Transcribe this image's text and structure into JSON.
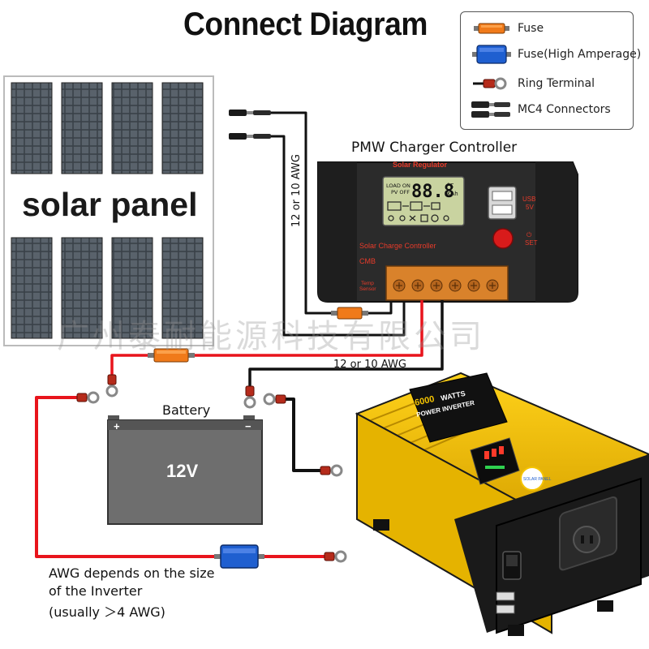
{
  "title": "Connect Diagram",
  "legend": {
    "items": [
      {
        "label": "Fuse",
        "icon": "fuse-icon"
      },
      {
        "label": "Fuse(High Amperage)",
        "icon": "high-amperage-fuse-icon"
      },
      {
        "label": "Ring Terminal",
        "icon": "ring-terminal-icon"
      },
      {
        "label": "MC4 Connectors",
        "icon": "mc4-connector-icon"
      }
    ]
  },
  "solar_panel": {
    "label": "solar panel"
  },
  "controller": {
    "caption": "PMW Charger Controller",
    "brand": "Solar Regulator",
    "name": "Solar Charge Controller",
    "lcd_top_left": "LOAD ON",
    "lcd_top_left2": "PV OFF",
    "lcd_digits": "88.8",
    "lcd_units": "°C",
    "lcd_units2": "KAh",
    "usb_label": "USB",
    "usb_voltage": "5V",
    "set_label": "SET",
    "cmb_label": "CMB",
    "temp_label": "Temp",
    "sensor_label": "Sensor"
  },
  "wire_labels": {
    "vertical": "12 or 10 AWG",
    "horizontal": "12 or 10 AWG"
  },
  "battery": {
    "caption": "Battery",
    "voltage": "12V",
    "plus": "+",
    "minus": "−"
  },
  "inverter": {
    "power": "6000",
    "watts": "WATTS",
    "name": "POWER INVERTER",
    "brand": "SOLAR PANEL"
  },
  "note": {
    "line1": "AWG depends on the size",
    "line2": "of the Inverter",
    "line3": "(usually ＞4 AWG)"
  },
  "watermark": "广州泰耐能源科技有限公司",
  "colors": {
    "red_wire": "#e8141c",
    "black_wire": "#111111",
    "fuse_orange": "#f07a1a",
    "fuse_blue": "#1f5fd0",
    "inverter_yellow": "#f5c400",
    "controller_body": "#2b2b2b",
    "lcd_green": "#c9d3a0",
    "terminal_orange": "#d9822b",
    "battery_gray": "#6e6e6e"
  }
}
